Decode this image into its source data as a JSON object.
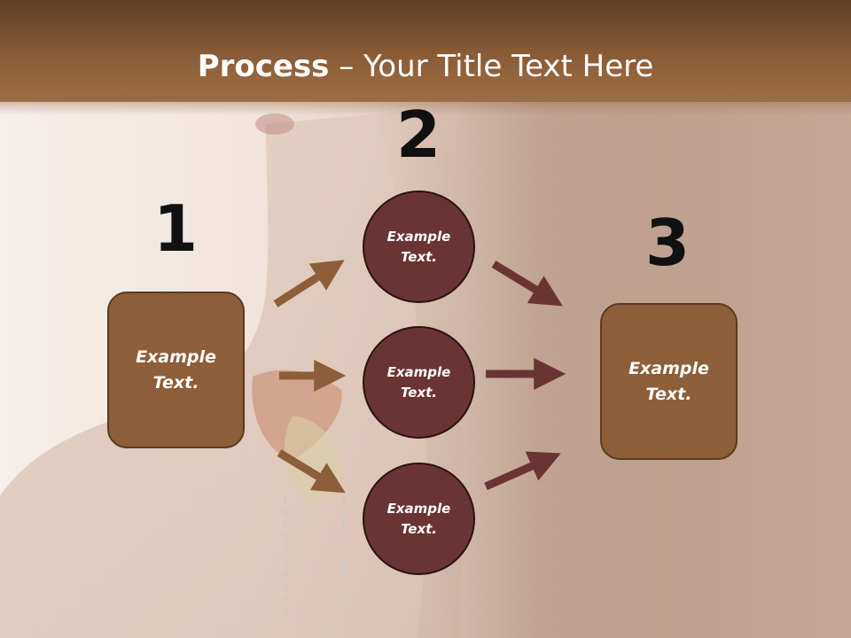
{
  "slide": {
    "title_bold": "Process",
    "title_rest": " – Your Title Text Here",
    "step_numbers": [
      "1",
      "2",
      "3"
    ],
    "box_left": "Example\nText.",
    "box_right": "Example\nText.",
    "circles": [
      "Example\nText.",
      "Example\nText.",
      "Example\nText."
    ]
  },
  "colors": {
    "header": "#8a5c37",
    "box_fill": "#8c5e39",
    "circle_fill": "#6b3434",
    "arrow_left": "#8c5e39",
    "arrow_right": "#6b3434"
  }
}
